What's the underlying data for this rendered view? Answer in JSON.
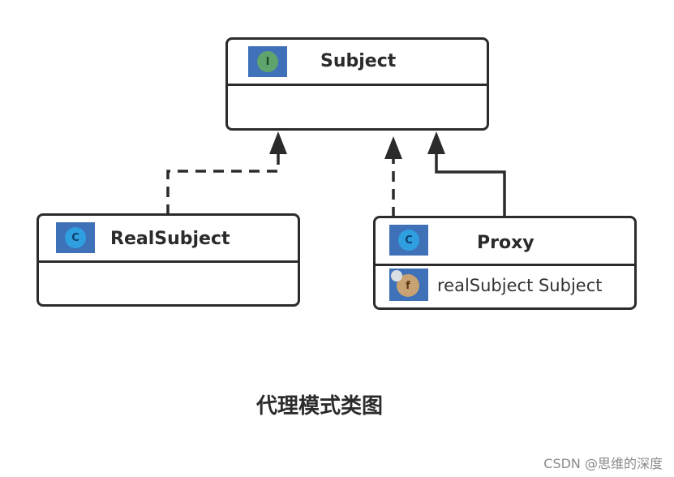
{
  "diagram": {
    "classes": [
      {
        "id": "subject",
        "name": "Subject",
        "icon_letter": "I",
        "icon": "interface-icon",
        "kind": "interface",
        "fields": []
      },
      {
        "id": "realsubject",
        "name": "RealSubject",
        "icon_letter": "C",
        "icon": "class-icon",
        "kind": "class",
        "fields": []
      },
      {
        "id": "proxy",
        "name": "Proxy",
        "icon_letter": "C",
        "icon": "class-icon",
        "kind": "class",
        "fields": [
          {
            "text": "realSubject Subject",
            "icon_letter": "f",
            "icon": "field-icon"
          }
        ]
      }
    ],
    "relations": [
      {
        "from": "RealSubject",
        "to": "Subject",
        "type": "realization"
      },
      {
        "from": "Proxy",
        "to": "Subject",
        "type": "realization"
      },
      {
        "from": "Proxy",
        "to": "Subject",
        "type": "association"
      }
    ],
    "caption": "代理模式类图"
  },
  "watermark": "CSDN @思维的深度",
  "colors": {
    "line": "#2b2b2b",
    "icon_bg": "#3f71b8",
    "interface_badge": "#5ea46c",
    "class_badge": "#2f9fe0",
    "field_badge": "#c8a273"
  }
}
